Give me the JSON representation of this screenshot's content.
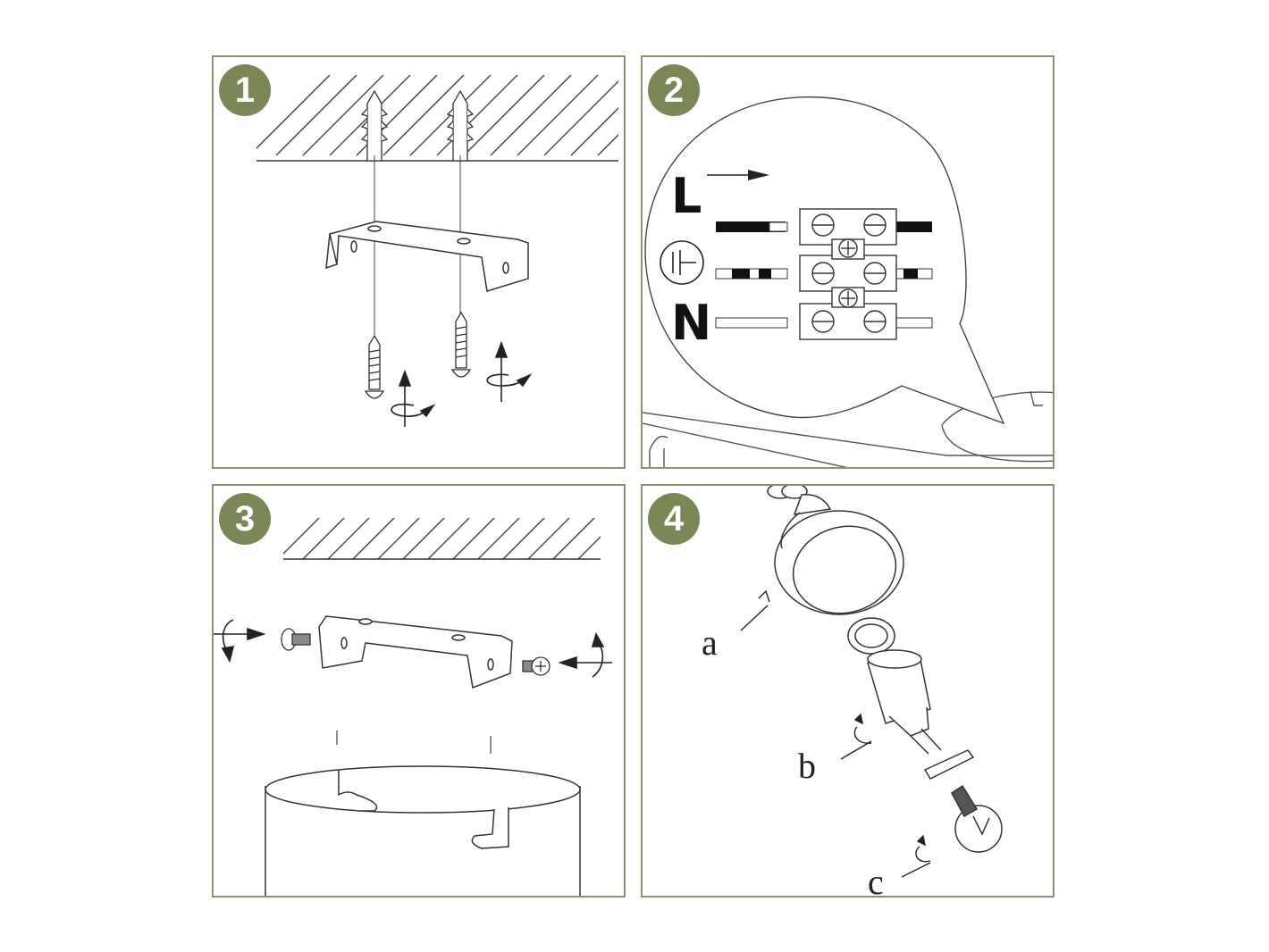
{
  "panels": [
    {
      "step": "1"
    },
    {
      "step": "2"
    },
    {
      "step": "3"
    },
    {
      "step": "4"
    }
  ],
  "wiring": {
    "live": "L",
    "neutral": "N",
    "earth_icon": "earth-ground-icon"
  },
  "parts": {
    "a": "a",
    "b": "b",
    "c": "c"
  },
  "colors": {
    "badge": "#7b8754",
    "border": "#8a9270",
    "line": "#333333"
  }
}
